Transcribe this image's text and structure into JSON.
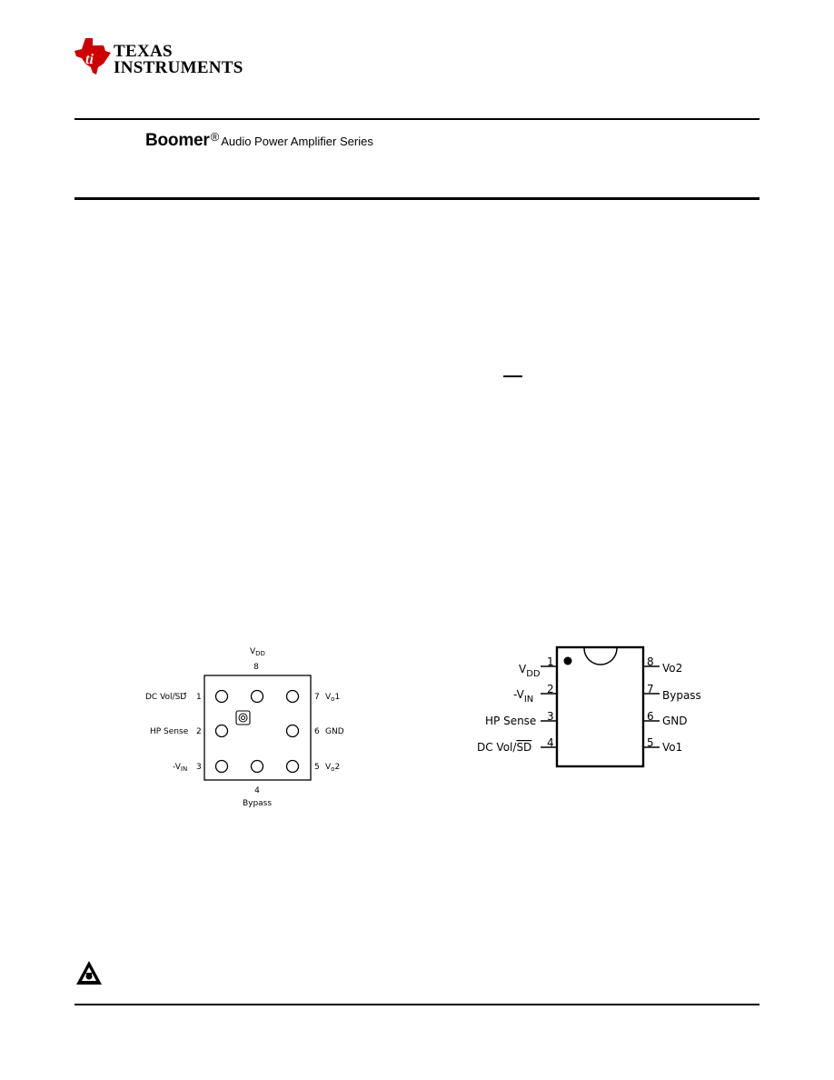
{
  "logo": {
    "icon": "ti-texas-logo-icon",
    "line1": "TEXAS",
    "line2": "INSTRUMENTS",
    "color": "#cc0000"
  },
  "header": {
    "brand": "Boomer",
    "registered": "®",
    "series_text": "Audio Power Amplifier Series"
  },
  "bga_diagram": {
    "top_label": "VDD",
    "top_number": "8",
    "bottom_number": "4",
    "bottom_label": "Bypass",
    "left_pins": [
      {
        "label": "DC Vol/SD",
        "number": "1"
      },
      {
        "label": "HP Sense",
        "number": "2"
      },
      {
        "label": "-VIN",
        "number": "3"
      }
    ],
    "right_pins": [
      {
        "number": "7",
        "label": "Vo1"
      },
      {
        "number": "6",
        "label": "GND"
      },
      {
        "number": "5",
        "label": "Vo2"
      }
    ]
  },
  "dip_diagram": {
    "left_pins": [
      {
        "number": "1",
        "label": "VDD"
      },
      {
        "number": "2",
        "label": "-VIN"
      },
      {
        "number": "3",
        "label": "HP Sense"
      },
      {
        "number": "4",
        "label": "DC Vol/SD"
      }
    ],
    "right_pins": [
      {
        "number": "8",
        "label": "Vo2"
      },
      {
        "number": "7",
        "label": "Bypass"
      },
      {
        "number": "6",
        "label": "GND"
      },
      {
        "number": "5",
        "label": "Vo1"
      }
    ]
  },
  "footer": {
    "icon": "warning-triangle-icon"
  }
}
